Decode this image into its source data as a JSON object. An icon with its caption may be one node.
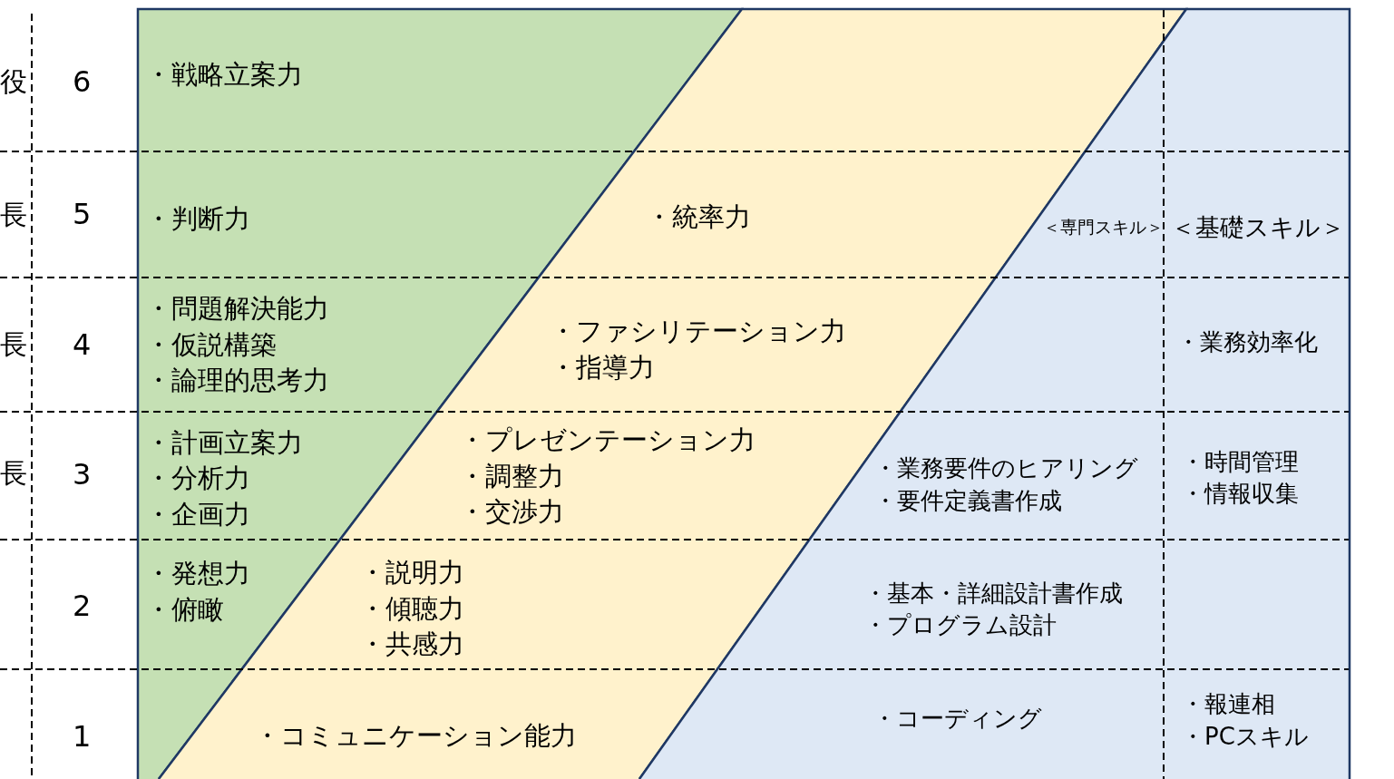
{
  "diagram": {
    "nodes": [
      {
        "text": [
          "・戦略立案力",
          "・判断力",
          "・問題解決能力",
          "・仮説構築",
          "・論理的思考力",
          "・計画立案力",
          "・分析力",
          "・企画力",
          "・発想力",
          "・俯瞰"
        ]
      },
      {
        "text": [
          "・統率力",
          "・ファシリテーション力",
          "・指導力",
          "・プレゼンテーション力",
          "・調整力",
          "・交渉力",
          "・説明力",
          "・傾聴力",
          "・共感力",
          "・コミュニケーション能力"
        ]
      },
      {
        "text": [
          "＜専門スキル＞",
          "＜基礎スキル＞",
          "・業務効率化",
          "・業務要件のヒアリング",
          "・要件定義書作成",
          "・時間管理",
          "・情報収集",
          "・基本・詳細設計書作成",
          "・プログラム設計",
          "・コーディング",
          "・報連相",
          "・PCスキル"
        ]
      }
    ],
    "labels": [
      "役",
      "6",
      "長",
      "5",
      "長",
      "4",
      "長",
      "3",
      "2",
      "1"
    ]
  }
}
